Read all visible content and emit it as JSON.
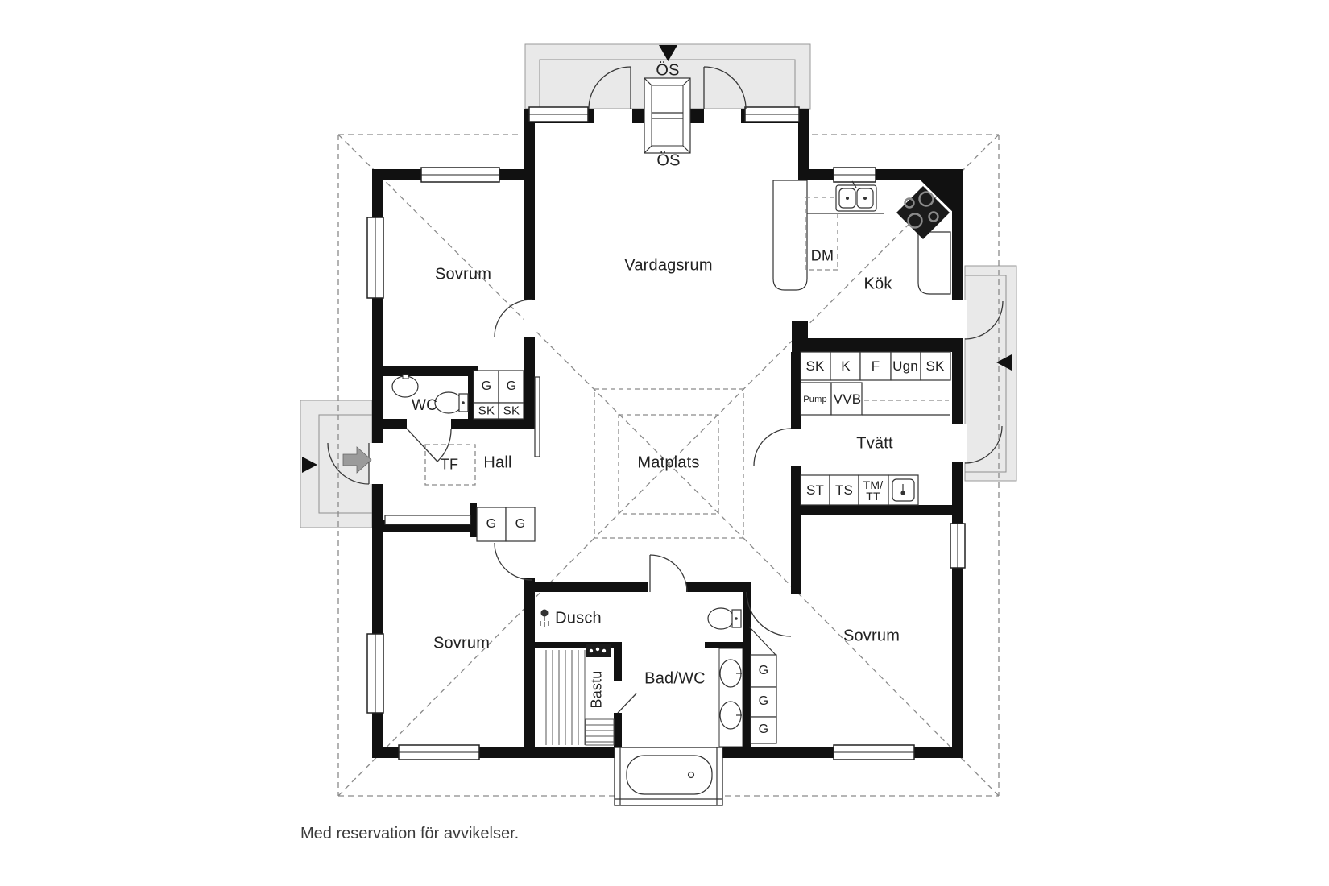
{
  "colors": {
    "wall": "#111111",
    "dash": "#8a8a8a",
    "porch_fill": "#e9e9e9",
    "porch_border": "#999999",
    "text": "#222222",
    "arrow_gray": "#9b9b9b"
  },
  "rooms": {
    "bedroom_top_left": "Sovrum",
    "living_room": "Vardagsrum",
    "kitchen": "Kök",
    "wc": "WC",
    "hall": "Hall",
    "dining": "Matplats",
    "laundry": "Tvätt",
    "bedroom_bottom_left": "Sovrum",
    "shower": "Dusch",
    "sauna": "Bastu",
    "bathroom": "Bad/WC",
    "bedroom_bottom_right": "Sovrum"
  },
  "fireplace": {
    "outside_label": "ÖS",
    "inside_label": "ÖS"
  },
  "appliances": {
    "dishwasher": "DM",
    "heat_pump": "Pump",
    "water_heater": "VVB",
    "technical_space": "TF",
    "oven": "Ugn"
  },
  "closets": {
    "wardrobe": "G",
    "cabinet": "SK"
  },
  "kitchen": {
    "cabinet_row": [
      "SK",
      "K",
      "F",
      "Ugn",
      "SK"
    ]
  },
  "laundry": {
    "row": [
      "ST",
      "TS"
    ],
    "tm_tt": [
      "TM/",
      "TT"
    ]
  },
  "footer": {
    "disclaimer": "Med reservation för avvikelser."
  }
}
